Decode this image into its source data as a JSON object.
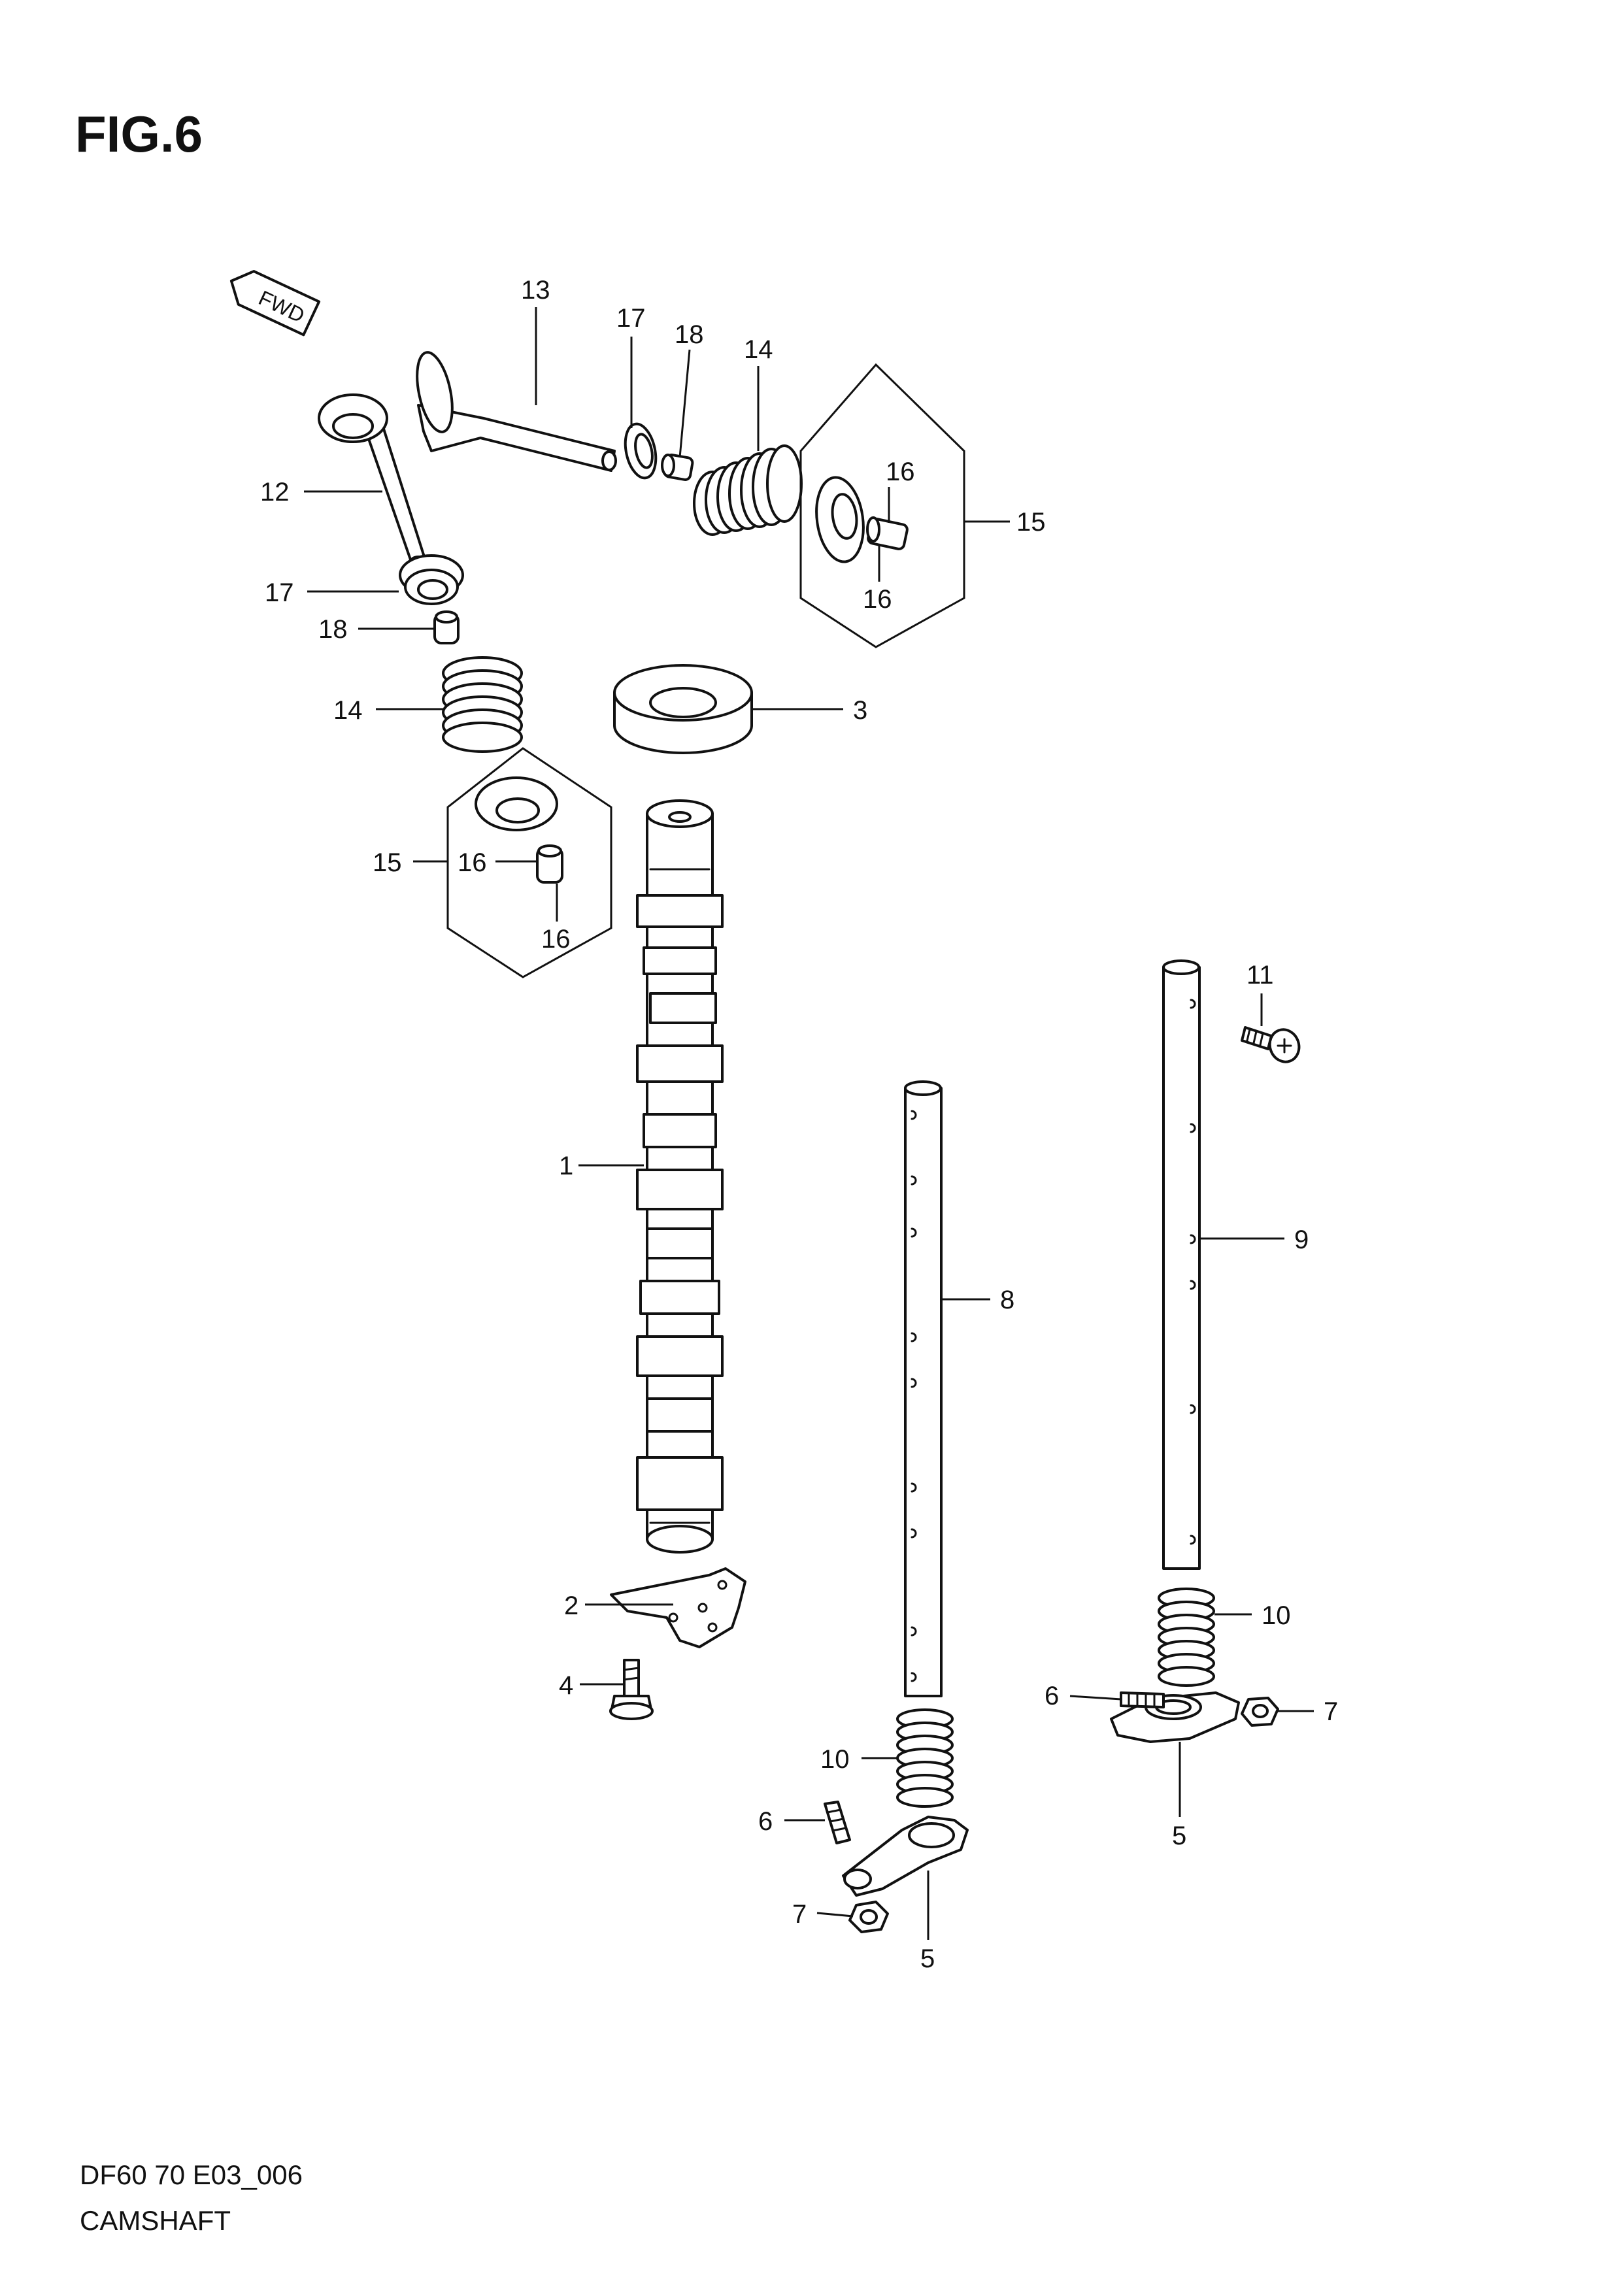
{
  "figure": {
    "title": "FIG.6",
    "code": "DF60 70 E03_006",
    "name": "CAMSHAFT"
  },
  "direction_tag": "FWD",
  "callouts": {
    "c1": "1",
    "c2": "2",
    "c3": "3",
    "c4": "4",
    "c5a": "5",
    "c5b": "5",
    "c6a": "6",
    "c6b": "6",
    "c7a": "7",
    "c7b": "7",
    "c8": "8",
    "c9": "9",
    "c10a": "10",
    "c10b": "10",
    "c11": "11",
    "c12": "12",
    "c13": "13",
    "c14a": "14",
    "c14b": "14",
    "c15a": "15",
    "c15b": "15",
    "c16a": "16",
    "c16b": "16",
    "c16c": "16",
    "c16d": "16",
    "c17a": "17",
    "c17b": "17",
    "c18a": "18",
    "c18b": "18"
  }
}
